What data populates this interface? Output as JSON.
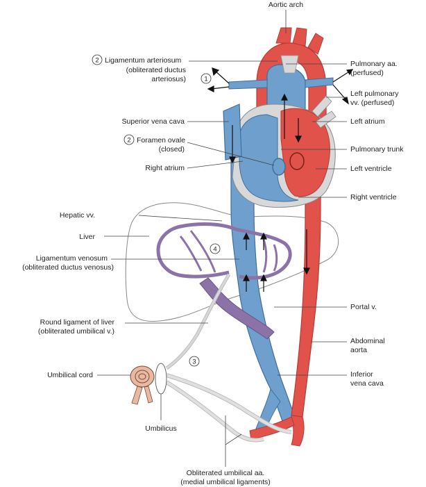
{
  "labels": {
    "aortic_arch": "Aortic arch",
    "ligamentum_arteriosum": "Ligamentum arteriosum",
    "ligamentum_arteriosum_note": "(obliterated ductus",
    "ligamentum_arteriosum_note2": "arteriosus)",
    "superior_vena_cava": "Superior vena cava",
    "foramen_ovale": "Foramen ovale",
    "foramen_ovale_note": "(closed)",
    "right_atrium": "Right atrium",
    "hepatic_vv": "Hepatic vv.",
    "liver": "Liver",
    "ligamentum_venosum": "Ligamentum venosum",
    "ligamentum_venosum_note": "(obliterated ductus venosus)",
    "round_ligament": "Round ligament of liver",
    "round_ligament_note": "(obliterated umbilical v.)",
    "umbilical_cord": "Umbilical cord",
    "umbilicus": "Umbilicus",
    "obliterated_aa": "Obliterated umbilical aa.",
    "obliterated_aa_note": "(medial umbilical ligaments)",
    "pulmonary_aa": "Pulmonary aa.",
    "pulmonary_aa_note": "(perfused)",
    "left_pulmonary_vv": "Left pulmonary",
    "left_pulmonary_vv_note": "vv. (perfused)",
    "left_atrium": "Left atrium",
    "pulmonary_trunk": "Pulmonary trunk",
    "left_ventricle": "Left ventricle",
    "right_ventricle": "Right ventricle",
    "portal_v": "Portal v.",
    "abdominal_aorta": "Abdominal",
    "abdominal_aorta_2": "aorta",
    "inferior_vena_cava": "Inferior",
    "inferior_vena_cava_2": "vena cava"
  },
  "markers": {
    "one": "1",
    "two_a": "2",
    "two_b": "2",
    "three": "3",
    "four": "4"
  },
  "colors": {
    "artery": "#e0524a",
    "artery_dark": "#b83b35",
    "vein": "#6f9fcc",
    "vein_dark": "#3f6f9e",
    "portal": "#8b73a8",
    "ligament": "#d8d8d8",
    "cord": "#e8b9a2"
  }
}
